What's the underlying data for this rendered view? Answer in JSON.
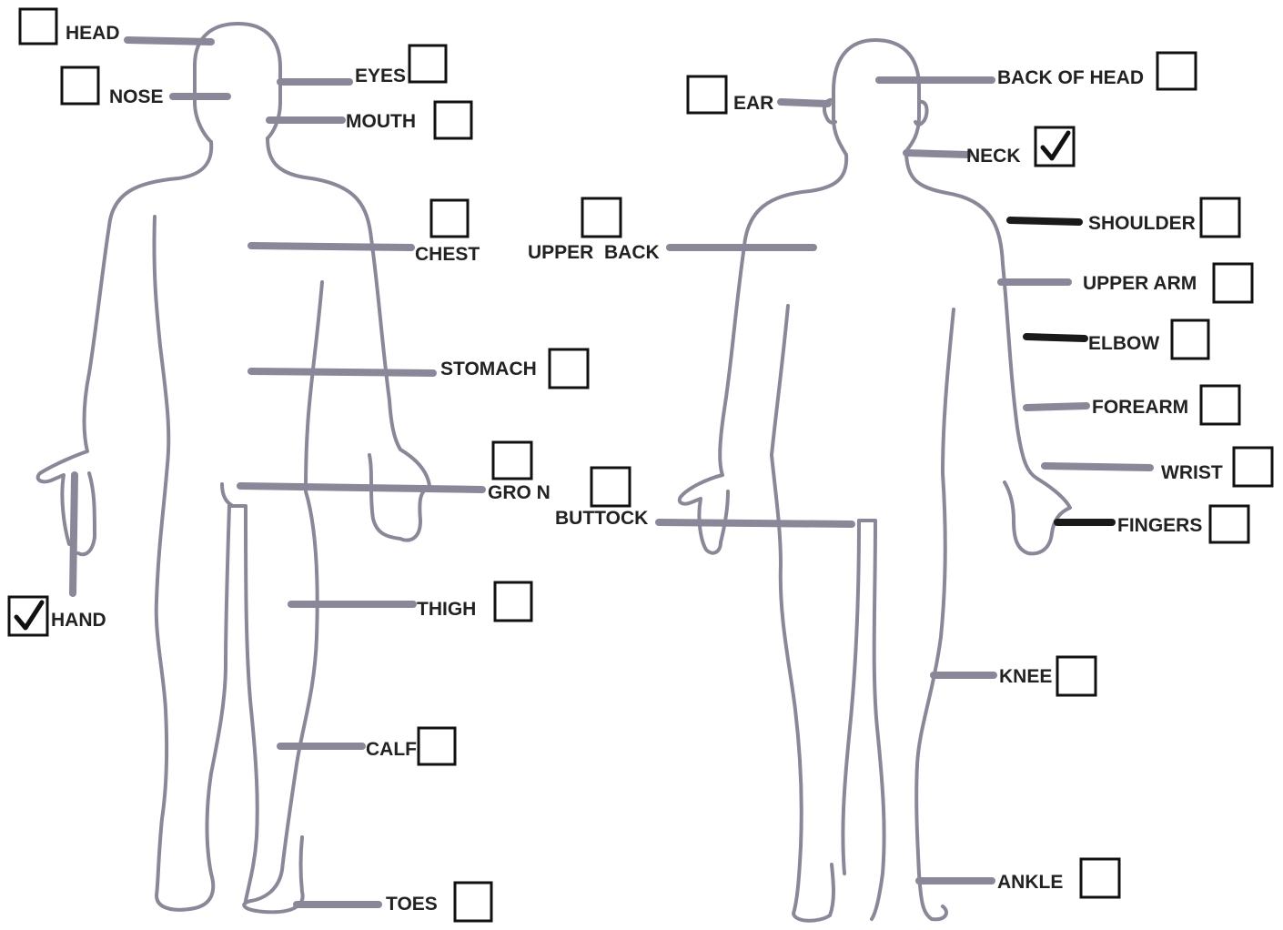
{
  "front_view": {
    "head": {
      "label": "HEAD",
      "checked": false
    },
    "nose": {
      "label": "NOSE",
      "checked": false
    },
    "eyes": {
      "label": "EYES",
      "checked": false
    },
    "mouth": {
      "label": "MOUTH",
      "checked": false
    },
    "chest": {
      "label": "CHEST",
      "checked": false
    },
    "stomach": {
      "label": "STOMACH",
      "checked": false
    },
    "groin": {
      "label": "GRO N",
      "checked": false
    },
    "hand": {
      "label": "HAND",
      "checked": true
    },
    "thigh": {
      "label": "THIGH",
      "checked": false
    },
    "calf": {
      "label": "CALF",
      "checked": false
    },
    "toes": {
      "label": "TOES",
      "checked": false
    }
  },
  "back_view": {
    "ear": {
      "label": "EAR",
      "checked": false
    },
    "back_of_head": {
      "label": "BACK OF HEAD",
      "checked": false
    },
    "neck": {
      "label": "NECK",
      "checked": true
    },
    "upper_back": {
      "label": "UPPER  BACK",
      "checked": false
    },
    "shoulder": {
      "label": "SHOULDER",
      "checked": false
    },
    "upper_arm": {
      "label": "UPPER ARM",
      "checked": false
    },
    "elbow": {
      "label": "ELBOW",
      "checked": false
    },
    "forearm": {
      "label": "FOREARM",
      "checked": false
    },
    "wrist": {
      "label": "WRIST",
      "checked": false
    },
    "fingers": {
      "label": "FINGERS",
      "checked": false
    },
    "buttock": {
      "label": "BUTTOCK",
      "checked": false
    },
    "knee": {
      "label": "KNEE",
      "checked": false
    },
    "ankle": {
      "label": "ANKLE",
      "checked": false
    }
  },
  "colors": {
    "outline": "#8a8898",
    "leader": "#8a8898",
    "leader_dark": "#1a1a1a",
    "ink": "#111111"
  }
}
